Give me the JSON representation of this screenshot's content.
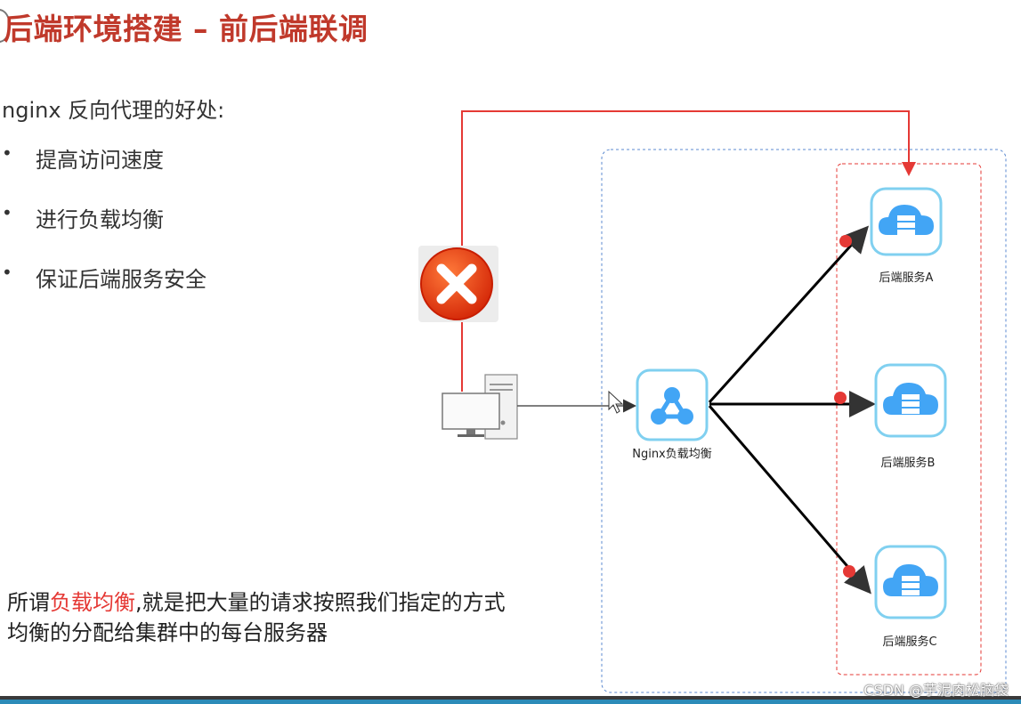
{
  "title": "后端环境搭建 – 前后端联调",
  "intro": "nginx 反向代理的好处:",
  "bullets": [
    "提高访问速度",
    "进行负载均衡",
    "保证后端服务安全"
  ],
  "bullet_glyph": "•",
  "note": {
    "prefix": "所谓",
    "highlight": "负载均衡",
    "suffix": ",就是把大量的请求按照我们指定的方式均衡的分配给集群中的每台服务器"
  },
  "diagram": {
    "nginx_label": "Nginx负载均衡",
    "servers": [
      "后端服务A",
      "后端服务B",
      "后端服务C"
    ],
    "client_icon": "computer-icon",
    "blocked_icon": "red-x-icon",
    "server_icon": "cloud-server-icon",
    "nginx_icon": "network-hub-icon"
  },
  "colors": {
    "title": "#c0392b",
    "highlight": "#e53935",
    "direct_path": "#e53935",
    "icon_fill": "#42a5f5",
    "icon_border": "#80d0f0",
    "outer_frame": "#5b8ad0",
    "server_frame": "#e53935",
    "bottom_accent": "#2c8bb8"
  },
  "watermark": "CSDN @芋泥肉松脑袋"
}
